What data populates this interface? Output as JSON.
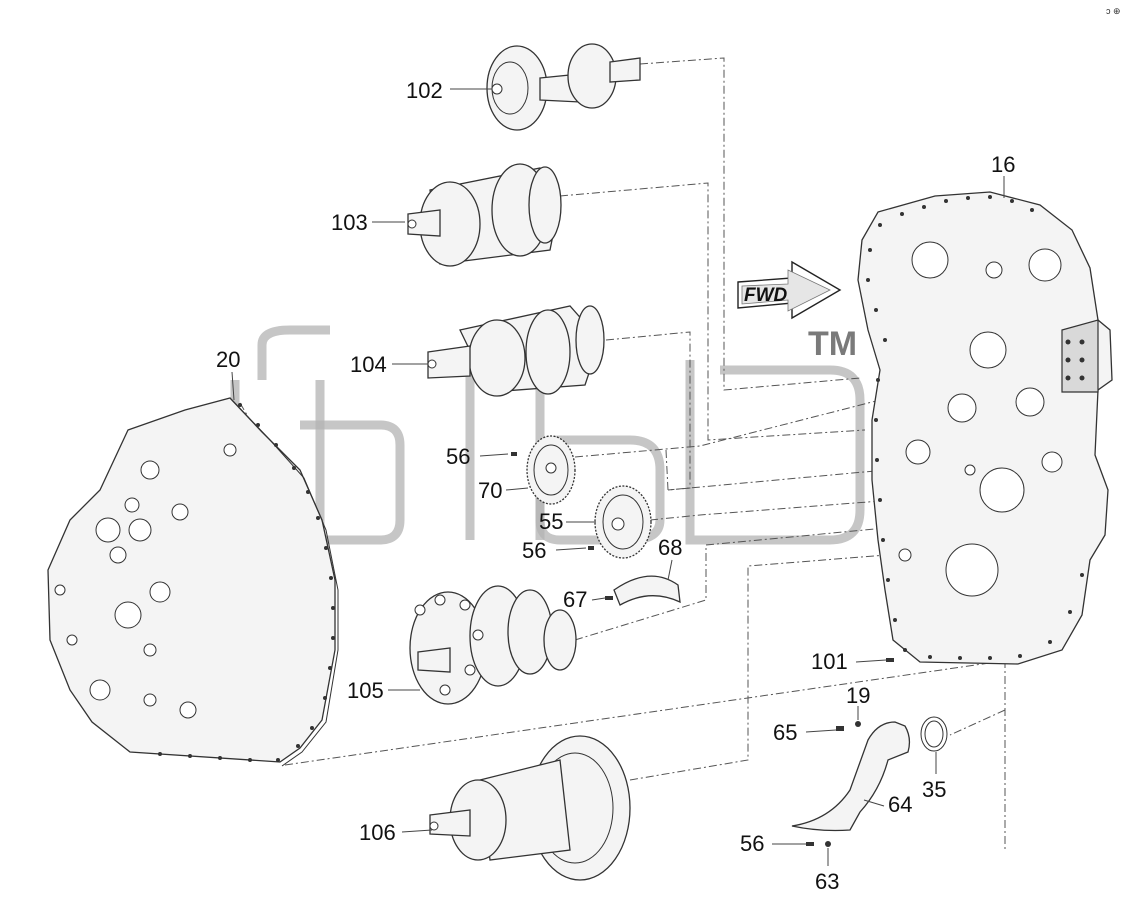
{
  "diagram": {
    "corner_mark": "ɔ ⊕",
    "watermark": "TM",
    "fwd_label": "FWD",
    "callouts": [
      {
        "id": "c102",
        "text": "102"
      },
      {
        "id": "c103",
        "text": "103"
      },
      {
        "id": "c104",
        "text": "104"
      },
      {
        "id": "c56a",
        "text": "56"
      },
      {
        "id": "c70",
        "text": "70"
      },
      {
        "id": "c55",
        "text": "55"
      },
      {
        "id": "c56b",
        "text": "56"
      },
      {
        "id": "c68",
        "text": "68"
      },
      {
        "id": "c67",
        "text": "67"
      },
      {
        "id": "c105",
        "text": "105"
      },
      {
        "id": "c106",
        "text": "106"
      },
      {
        "id": "c20",
        "text": "20"
      },
      {
        "id": "c16",
        "text": "16"
      },
      {
        "id": "c101",
        "text": "101"
      },
      {
        "id": "c19",
        "text": "19"
      },
      {
        "id": "c65",
        "text": "65"
      },
      {
        "id": "c35",
        "text": "35"
      },
      {
        "id": "c64",
        "text": "64"
      },
      {
        "id": "c56c",
        "text": "56"
      },
      {
        "id": "c63",
        "text": "63"
      }
    ]
  }
}
